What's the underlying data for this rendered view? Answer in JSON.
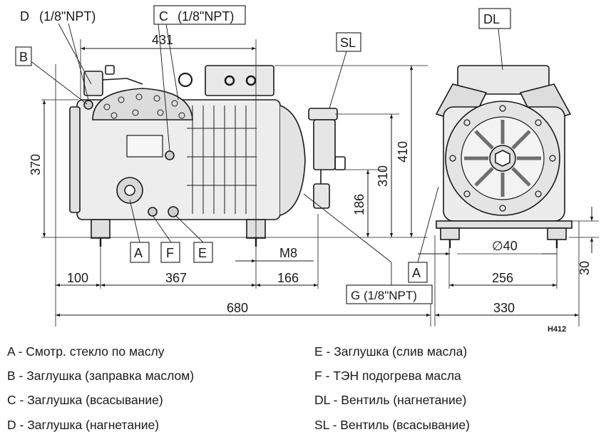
{
  "callouts": {
    "D": "D",
    "D_spec": "(1/8\"NPT)",
    "C": "C",
    "C_spec": "(1/8\"NPT)",
    "B": "B",
    "SL": "SL",
    "DL": "DL",
    "A": "A",
    "F": "F",
    "E": "E",
    "G_full": "G  (1/8\"NPT)"
  },
  "dimensions": {
    "d431": "431",
    "d370": "370",
    "d410": "410",
    "d310": "310",
    "d186": "186",
    "thread": "M8",
    "d100": "100",
    "d367": "367",
    "d166": "166",
    "d680": "680",
    "d40": "∅40",
    "d256": "256",
    "d330": "330",
    "d30": "30"
  },
  "drawing_code": "H412",
  "legend": {
    "left": [
      "A - Смотр. стекло по маслу",
      "B - Заглушка (заправка маслом)",
      "C - Заглушка (всасывание)",
      "D - Заглушка (нагнетание)"
    ],
    "right": [
      "E - Заглушка (слив масла)",
      "F - ТЭН подогрева масла",
      "DL - Вентиль (нагнетание)",
      "SL - Вентиль (всасывание)"
    ]
  }
}
